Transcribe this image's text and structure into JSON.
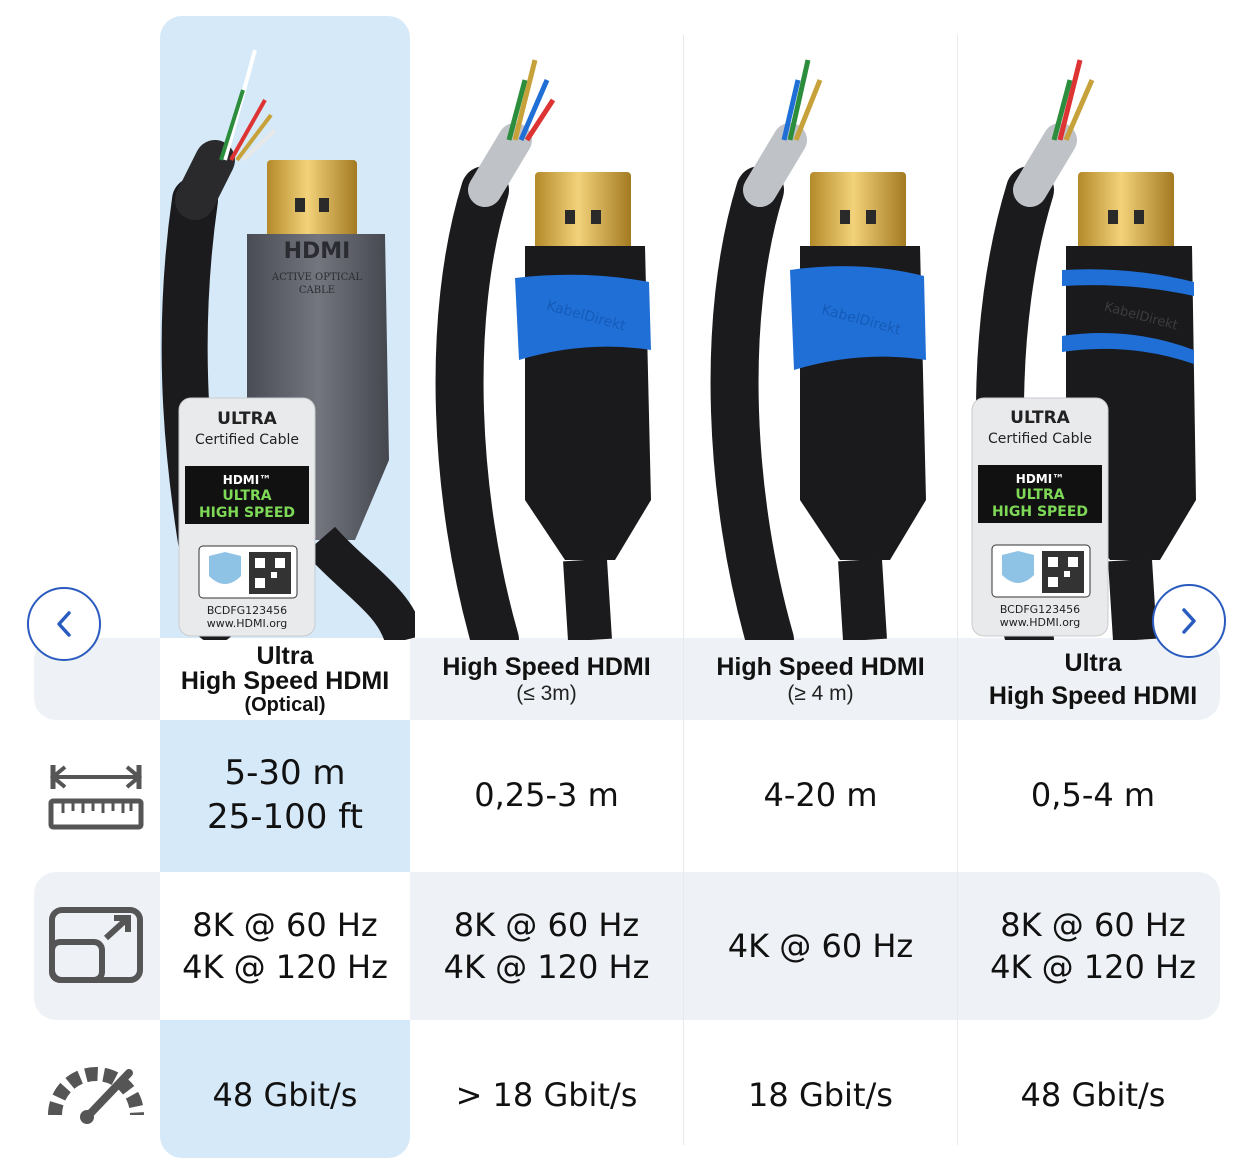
{
  "columns": [
    {
      "title": "Ultra",
      "title_line2": "High Speed HDMI",
      "subtitle": "(Optical)",
      "length": [
        "5-30 m",
        "25-100 ft"
      ],
      "resolution": [
        "8K @ 60 Hz",
        "4K @ 120 Hz"
      ],
      "bandwidth": "48 Gbit/s",
      "highlighted": true,
      "connector_color": "#5d5f68",
      "connector_text": "HDMI",
      "connector_subtext": [
        "ACTIVE OPTICAL",
        "CABLE"
      ],
      "badge": {
        "top": "ULTRA",
        "certified": "Certified Cable",
        "hdmi": "HDMI™",
        "line1": "ULTRA",
        "line2": "HIGH SPEED",
        "serial": "BCDFG123456",
        "url": "www.HDMI.org"
      }
    },
    {
      "title": "High Speed HDMI",
      "subtitle": "(≤ 3m)",
      "length": [
        "0,25-3 m"
      ],
      "resolution": [
        "8K @ 60 Hz",
        "4K @ 120 Hz"
      ],
      "bandwidth": "> 18 Gbit/s",
      "connector_color": "#1a1a1c",
      "accent_color": "#1f6fd6",
      "brand_print": "KabelDirekt"
    },
    {
      "title": "High Speed HDMI",
      "subtitle": "(≥ 4 m)",
      "length": [
        "4-20 m"
      ],
      "resolution": [
        "4K @ 60 Hz"
      ],
      "bandwidth": "18 Gbit/s",
      "connector_color": "#1a1a1c",
      "accent_color": "#1f6fd6",
      "brand_print": "KabelDirekt"
    },
    {
      "title": "Ultra",
      "title_line2": "High Speed HDMI",
      "length": [
        "0,5-4 m"
      ],
      "resolution": [
        "8K @ 60 Hz",
        "4K @ 120 Hz"
      ],
      "bandwidth": "48 Gbit/s",
      "connector_color": "#1a1a1c",
      "accent_color": "#1f6fd6",
      "brand_print": "KabelDirekt",
      "badge": {
        "top": "ULTRA",
        "certified": "Certified Cable",
        "hdmi": "HDMI™",
        "line1": "ULTRA",
        "line2": "HIGH SPEED",
        "serial": "BCDFG123456",
        "url": "www.HDMI.org"
      }
    }
  ],
  "row_icons": [
    "ruler-length-icon",
    "screen-resolution-icon",
    "speedometer-icon"
  ],
  "nav": {
    "prev_icon": "chevron-left-icon",
    "next_icon": "chevron-right-icon"
  },
  "colors": {
    "highlight": "#d6e9f8",
    "band": "#eef2f6",
    "nav_border": "#2a5bbf",
    "badge_green": "#7ed957",
    "gold": "#d8b24a"
  }
}
